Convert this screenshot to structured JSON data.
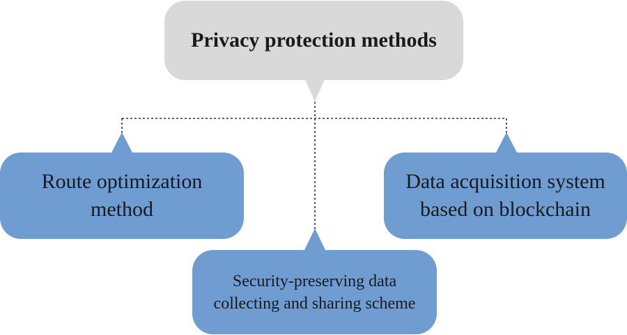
{
  "root": {
    "label": "Privacy protection methods"
  },
  "children": [
    {
      "id": "left",
      "label": "Route optimization\nmethod"
    },
    {
      "id": "middle",
      "label": "Security-preserving data\ncollecting and sharing scheme"
    },
    {
      "id": "right",
      "label": "Data acquisition system\nbased on blockchain"
    }
  ],
  "colors": {
    "root_fill": "#d9d9d9",
    "child_fill": "#6f9cd1",
    "connector": "#333333"
  }
}
